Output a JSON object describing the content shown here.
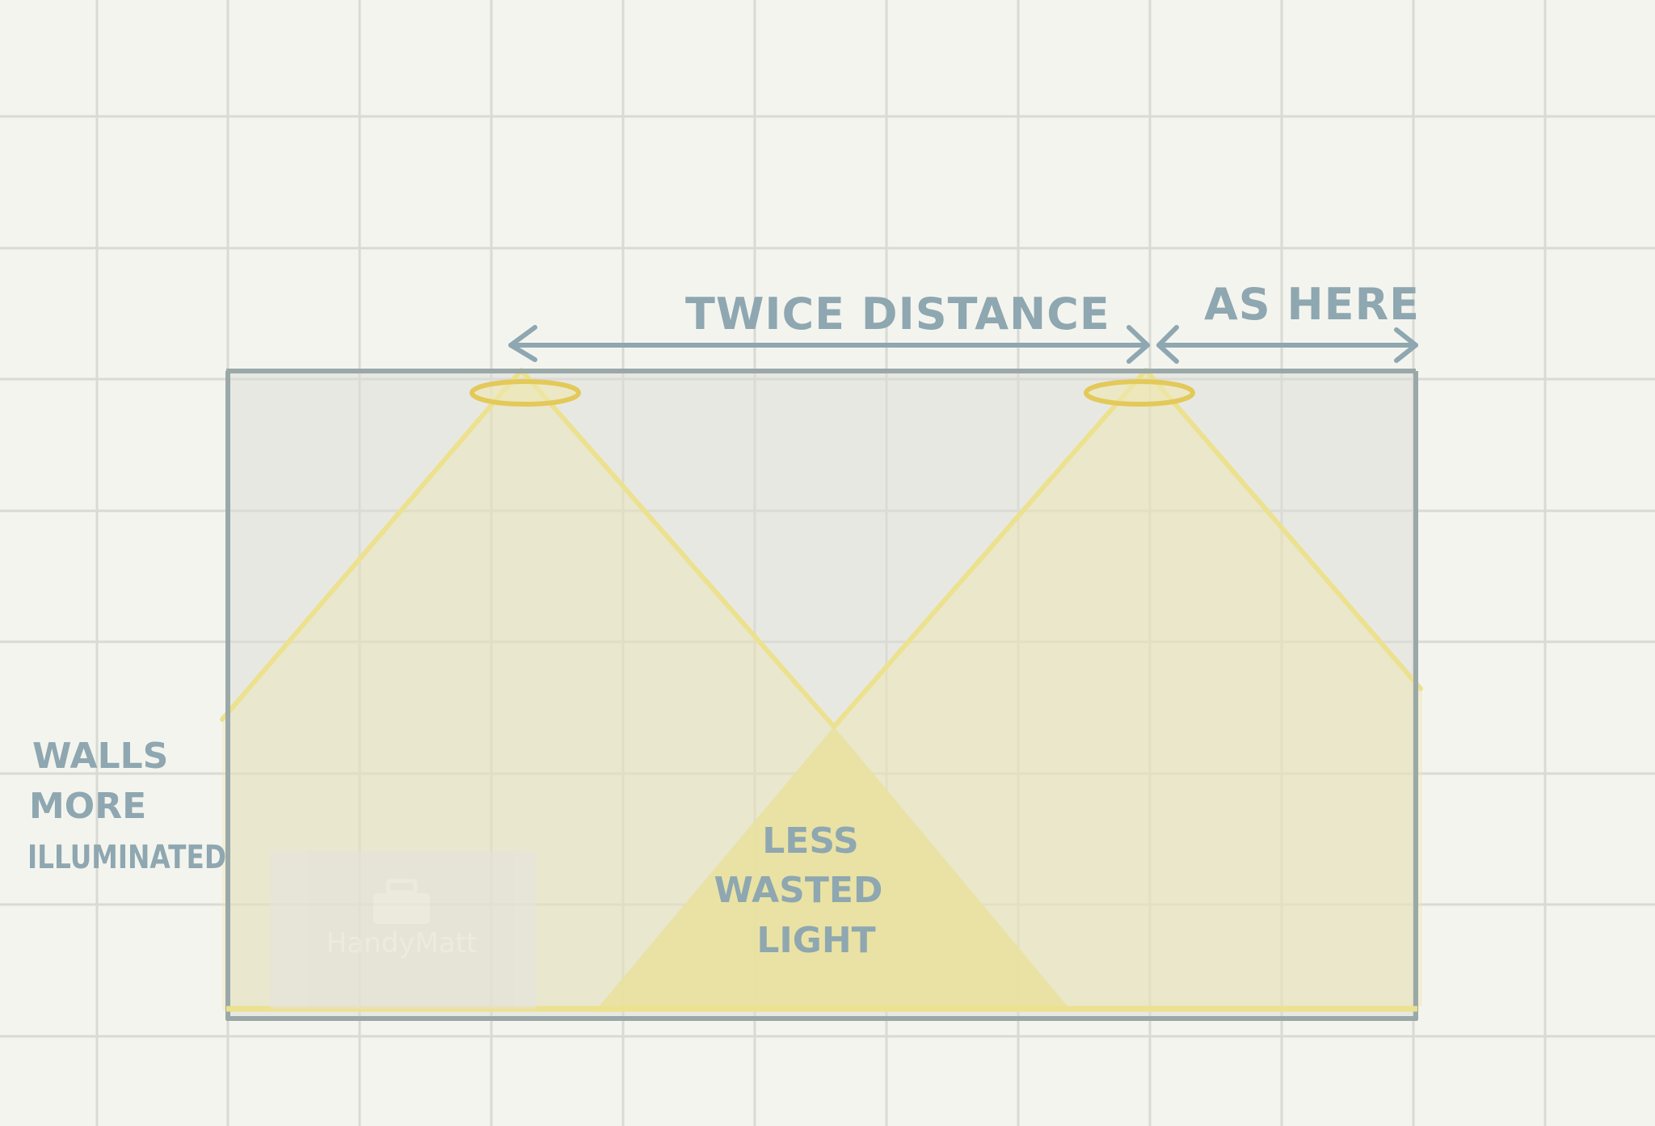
{
  "labels": {
    "top_span": "TWICE DISTANCE",
    "side_span": "AS HERE",
    "walls_line1": "WALLS",
    "walls_line2": "MORE",
    "walls_line3": "ILLUMINATED",
    "overlap_line1": "LESS",
    "overlap_line2": "WASTED",
    "overlap_line3": "LIGHT"
  },
  "watermark": {
    "brand": "HandyMatt"
  },
  "colors": {
    "paper": "#f4f4ef",
    "grid": "#dadad5",
    "room_fill": "#e8e8e4",
    "room_outline": "#9aa8a8",
    "light": "#ebe3a0",
    "light_edge": "#ece18e",
    "fixture": "#e3c95a",
    "ink": "#8ea7b0"
  }
}
